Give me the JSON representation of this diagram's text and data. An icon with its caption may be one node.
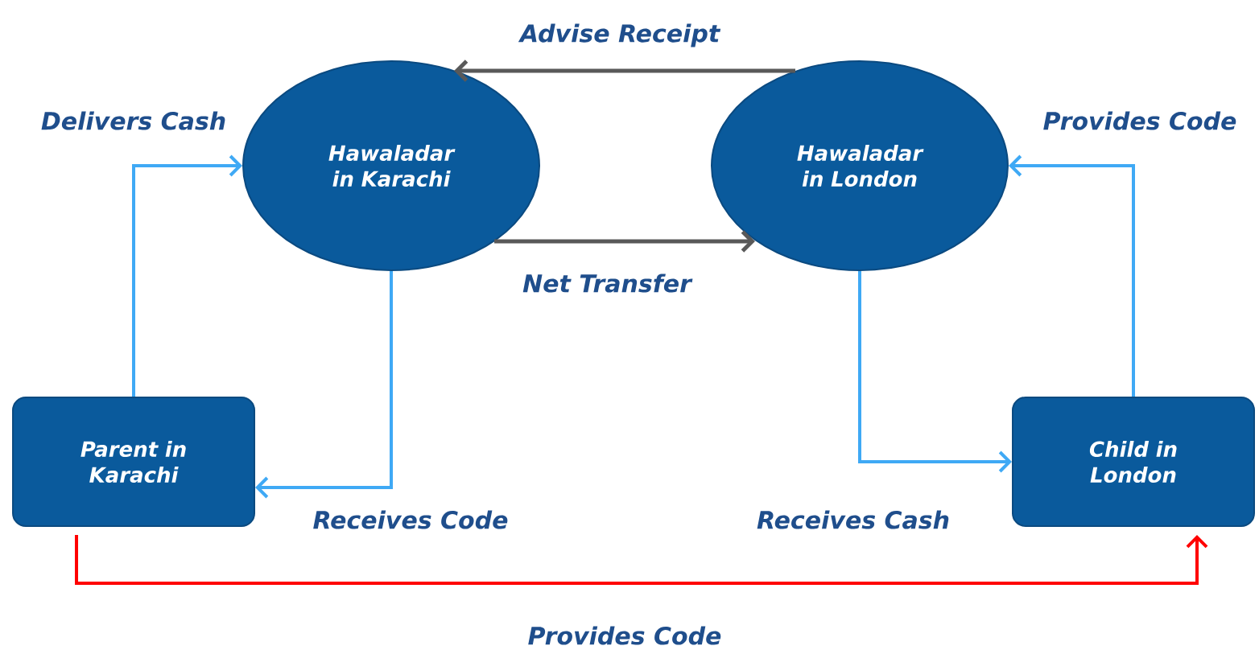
{
  "diagram": {
    "nodes": [
      {
        "text": [
          "Hawaladar in Karachi"
        ]
      },
      {
        "text": [
          "Hawaladar in London"
        ]
      },
      {
        "text": [
          "Parent in Karachi"
        ]
      },
      {
        "text": [
          "Child in London"
        ]
      }
    ],
    "edges": [
      {
        "from": 1,
        "to": 0,
        "arrow": "to",
        "label": "Advise Receipt",
        "color": "#595959"
      },
      {
        "from": 0,
        "to": 1,
        "arrow": "to",
        "label": "Net Transfer",
        "color": "#595959"
      },
      {
        "from": 2,
        "to": 0,
        "arrow": "to",
        "label": "Delivers Cash"
      },
      {
        "from": 0,
        "to": 2,
        "arrow": "to",
        "label": "Receives Code"
      },
      {
        "from": 1,
        "to": 3,
        "arrow": "to",
        "label": "Receives Cash"
      },
      {
        "from": 3,
        "to": 1,
        "arrow": "to",
        "label": "Provides Code"
      },
      {
        "from": 2,
        "to": 3,
        "arrow": "to",
        "label": "Provides Code",
        "color": "#ff0000"
      }
    ]
  }
}
